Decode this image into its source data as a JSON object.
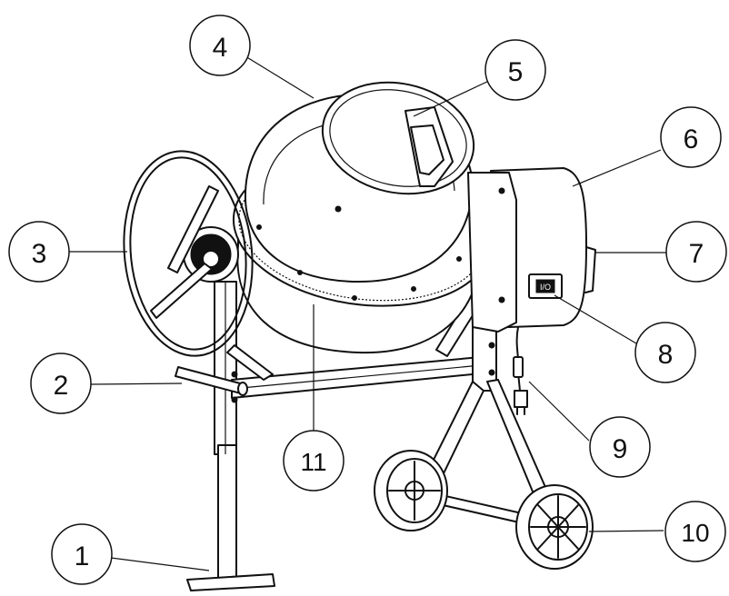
{
  "callouts": [
    {
      "id": "1",
      "label": "1"
    },
    {
      "id": "2",
      "label": "2"
    },
    {
      "id": "3",
      "label": "3"
    },
    {
      "id": "4",
      "label": "4"
    },
    {
      "id": "5",
      "label": "5"
    },
    {
      "id": "6",
      "label": "6"
    },
    {
      "id": "7",
      "label": "7"
    },
    {
      "id": "8",
      "label": "8"
    },
    {
      "id": "9",
      "label": "9"
    },
    {
      "id": "10",
      "label": "10"
    },
    {
      "id": "11",
      "label": "11"
    }
  ],
  "switch_label": "I/O"
}
